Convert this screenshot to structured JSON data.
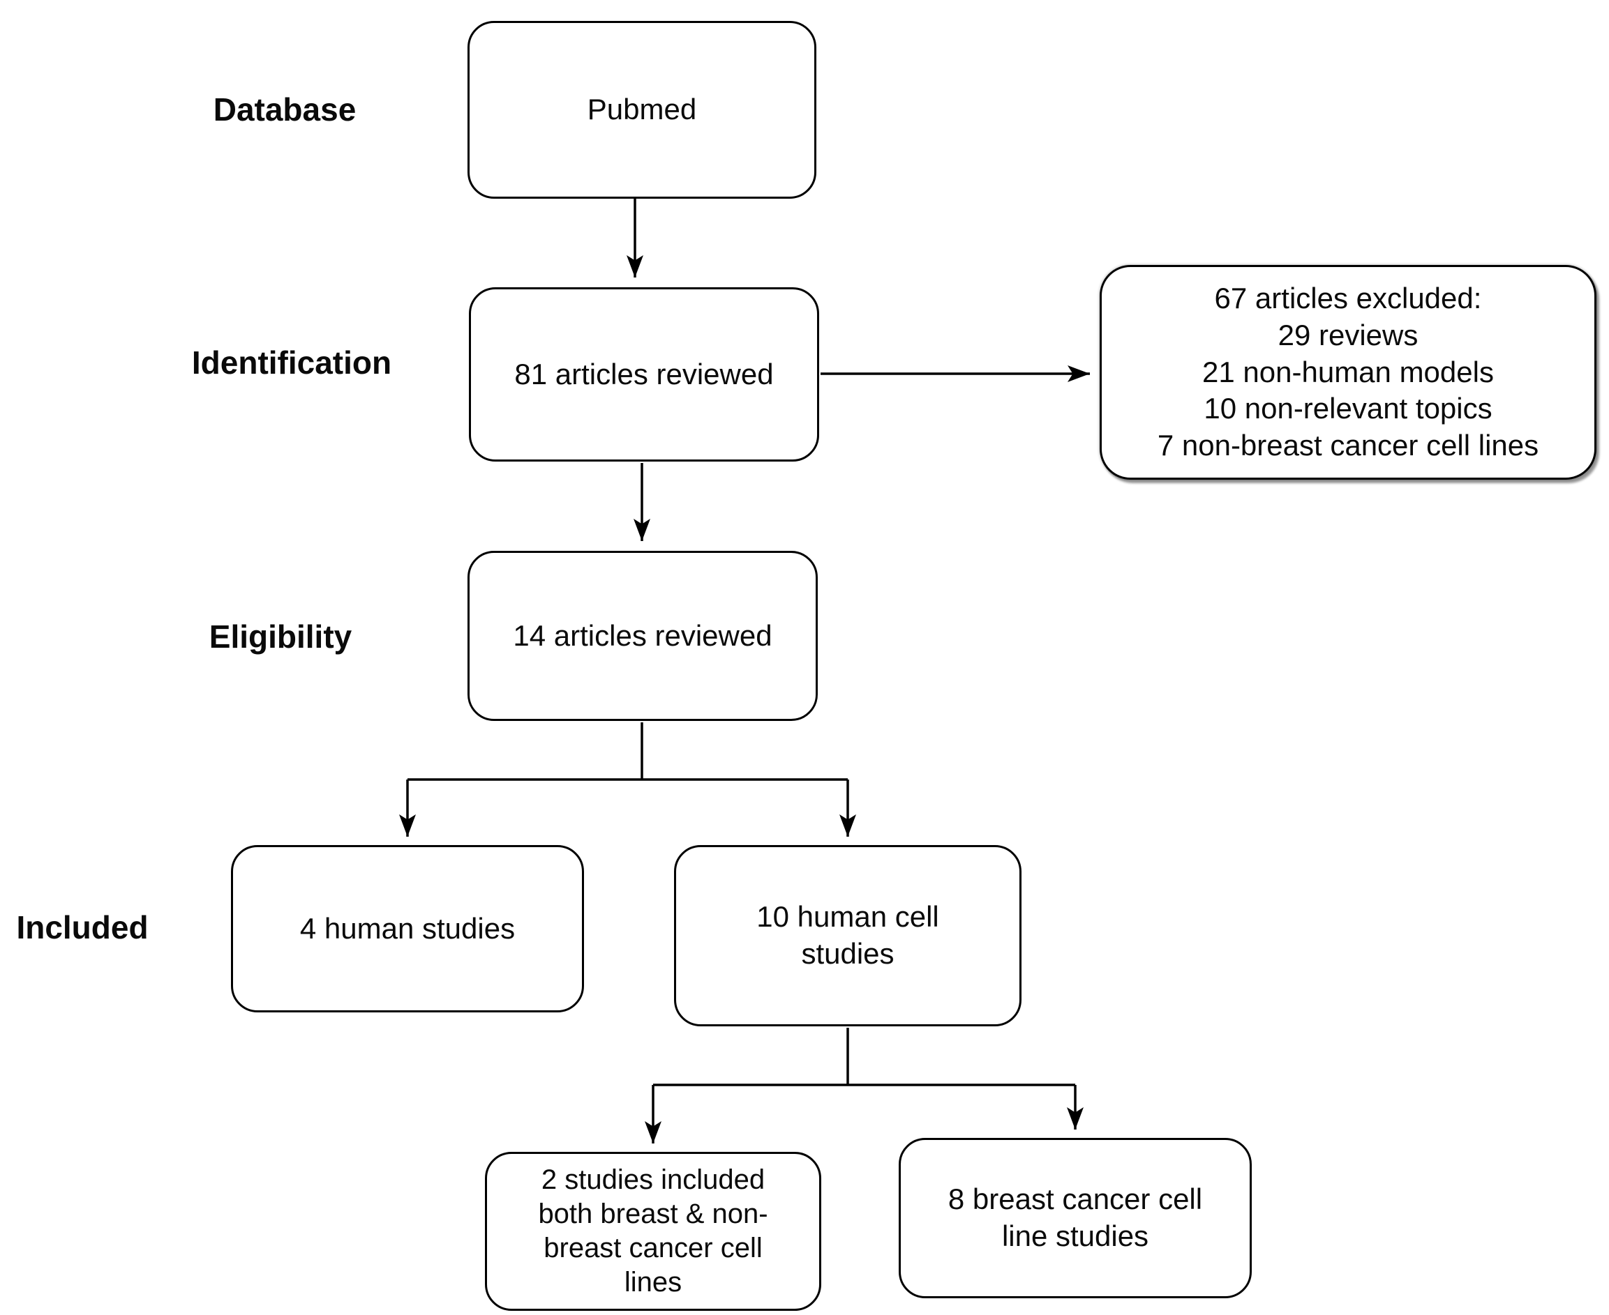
{
  "diagram": {
    "type": "flowchart",
    "stage_labels": [
      {
        "label": "Database"
      },
      {
        "label": "Identification"
      },
      {
        "label": "Eligibility"
      },
      {
        "label": "Included"
      }
    ],
    "nodes": {
      "pubmed": {
        "text": "Pubmed"
      },
      "articles_reviewed_81": {
        "text": "81 articles reviewed"
      },
      "articles_excluded": {
        "lines": [
          "67 articles excluded:",
          "29 reviews",
          "21 non-human models",
          "10 non-relevant topics",
          "7 non-breast cancer cell lines"
        ]
      },
      "articles_reviewed_14": {
        "text": "14 articles reviewed"
      },
      "human_studies_4": {
        "text": "4 human studies"
      },
      "human_cell_studies_10": {
        "lines": [
          "10 human cell",
          "studies"
        ]
      },
      "both_breast_nonbreast_2": {
        "lines": [
          "2 studies included",
          "both breast & non-",
          "breast cancer cell",
          "lines"
        ]
      },
      "breast_cell_line_8": {
        "lines": [
          "8 breast cancer cell",
          "line studies"
        ]
      }
    },
    "colors": {
      "box_border": "#000000",
      "box_fill": "#ffffff",
      "text": "#0a0a0a",
      "connector": "#000000",
      "shadow": "#999999",
      "background": "#ffffff"
    }
  }
}
